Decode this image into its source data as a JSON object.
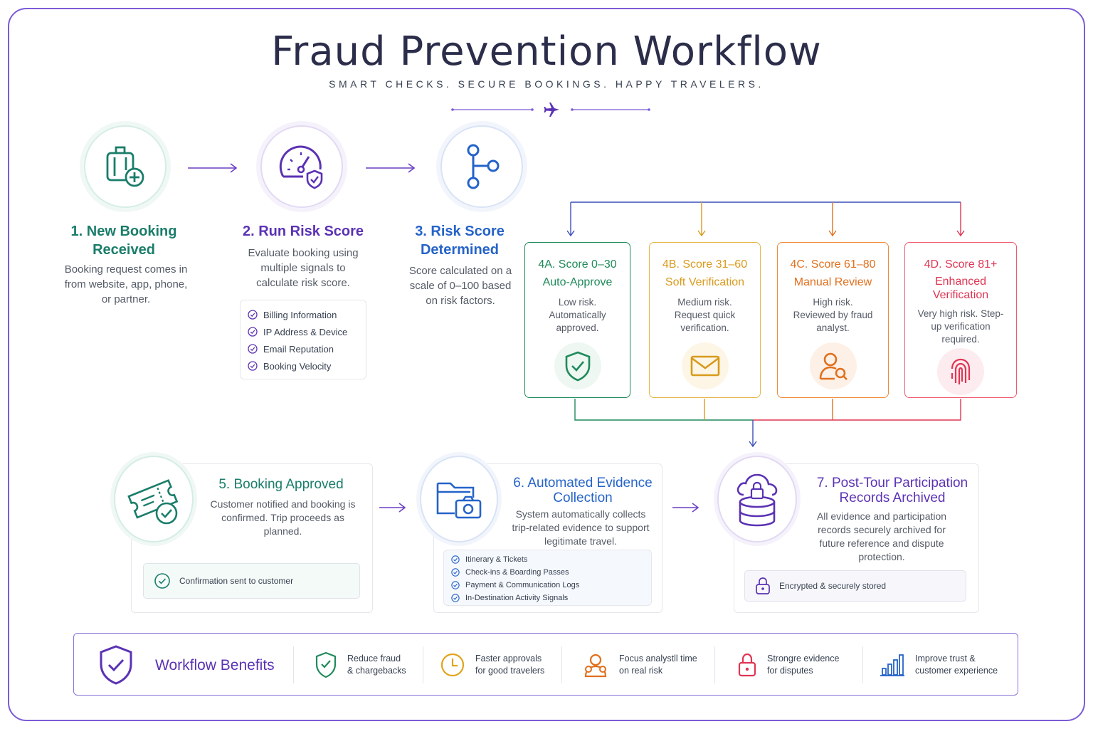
{
  "header": {
    "title": "Fraud Prevention Workflow",
    "subtitle": "SMART CHECKS. SECURE BOOKINGS. HAPPY TRAVELERS."
  },
  "steps": {
    "s1": {
      "title": "1. New Booking Received",
      "desc": "Booking request comes in from website, app, phone, or partner.",
      "icon": "luggage-plus-icon"
    },
    "s2": {
      "title": "2. Run Risk Score",
      "desc": "Evaluate booking using multiple signals to calculate risk score.",
      "icon": "speedometer-shield-icon",
      "checks": [
        "Billing Information",
        "IP Address & Device",
        "Email Reputation",
        "Booking Velocity"
      ]
    },
    "s3": {
      "title": "3. Risk Score Determined",
      "desc": "Score calculated on a scale of 0–100 based on risk factors.",
      "icon": "branch-icon"
    }
  },
  "scores": [
    {
      "title": "4A. Score 0–30",
      "sub": "Auto-Approve",
      "desc": "Low risk. Automatically approved.",
      "color": "#1f8a5b",
      "icon": "shield-check-icon"
    },
    {
      "title": "4B. Score 31–60",
      "sub": "Soft Verification",
      "desc": "Medium risk. Request quick verification.",
      "color": "#d99a1c",
      "icon": "envelope-icon"
    },
    {
      "title": "4C. Score 61–80",
      "sub": "Manual Review",
      "desc": "High risk. Reviewed by fraud analyst.",
      "color": "#e0701e",
      "icon": "user-search-icon"
    },
    {
      "title": "4D. Score 81+",
      "sub": "Enhanced Verification",
      "desc": "Very high risk. Step-up verification required.",
      "color": "#e03553",
      "icon": "fingerprint-icon"
    }
  ],
  "bottom": {
    "s5": {
      "num": "5.",
      "title": "Booking Approved",
      "desc": "Customer notified and booking is confirmed. Trip proceeds as planned.",
      "note": "Confirmation sent to customer",
      "color": "#1a7d6a"
    },
    "s6": {
      "num": "6.",
      "title": "Automated Evidence Collection",
      "desc": "System automatically collects trip-related evidence to support legitimate travel.",
      "color": "#2563c9",
      "checks": [
        "Itinerary & Tickets",
        "Check-ins & Boarding Passes",
        "Payment & Communication Logs",
        "In-Destination Activity Signals"
      ]
    },
    "s7": {
      "num": "7.",
      "title": "Post-Tour Participation Records Archived",
      "desc": "All evidence and participation records securely archived for future reference and dispute protection.",
      "note": "Encrypted & securely stored",
      "color": "#5b32b4"
    }
  },
  "benefits": {
    "title": "Workflow Benefits",
    "items": [
      {
        "line1": "Reduce fraud",
        "line2": "& chargebacks",
        "color": "#1f8a5b",
        "icon": "shield-check-icon"
      },
      {
        "line1": "Faster approvals",
        "line2": "for good travelers",
        "color": "#e0a41c",
        "icon": "clock-icon"
      },
      {
        "line1": "Focus analystll time",
        "line2": "on real risk",
        "color": "#e0701e",
        "icon": "analyst-icon"
      },
      {
        "line1": "Strongre evidence",
        "line2": "for disputes",
        "color": "#e03553",
        "icon": "lock-icon"
      },
      {
        "line1": "Improve trust &",
        "line2": "customer experience",
        "color": "#2563c9",
        "icon": "bar-chart-icon"
      }
    ]
  },
  "colors": {
    "teal": "#1a7d6a",
    "purple": "#6b3fc4",
    "blue": "#2563c9",
    "frame": "#7c5bd6"
  }
}
